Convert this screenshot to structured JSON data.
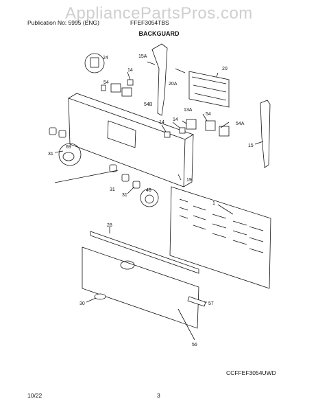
{
  "header": {
    "publication_label": "Publication No: 5995",
    "publication_suffix": "(ENG)",
    "model": "FFEF3054TBS",
    "watermark": "AppliancePartsPros.com"
  },
  "section_title": "BACKGUARD",
  "diagram_code": "CCFFEF3054UWD",
  "footer": {
    "date": "10/22",
    "page": "3"
  },
  "callouts": {
    "c24": "24",
    "c14a": "14",
    "c15a": "15A",
    "c20": "20",
    "c20a": "20A",
    "c54": "54",
    "c54b": "54B",
    "c13a": "13A",
    "c54r": "54",
    "c54a": "54A",
    "c14b": "14",
    "c14c": "14",
    "c15": "15",
    "c69": "69",
    "c31a": "31",
    "c19": "19",
    "c31b": "31",
    "c31c": "31",
    "c46": "46",
    "c1": "1",
    "c28": "28",
    "c57": "57",
    "c30": "30",
    "c56": "56"
  }
}
